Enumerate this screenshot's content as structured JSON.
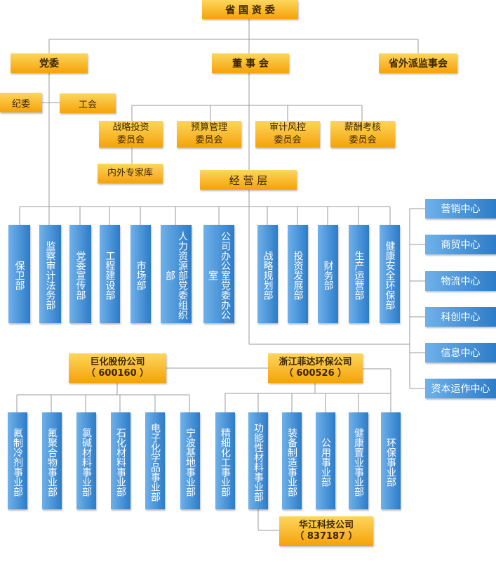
{
  "top": {
    "label": "省 国 资 委"
  },
  "level2": {
    "party": "党委",
    "board": "董 事 会",
    "supervisor": "省外派监事会"
  },
  "party_children": {
    "discipline": "纪委",
    "union": "工会"
  },
  "committees": [
    {
      "label": "战略投资\n委员会"
    },
    {
      "label": "预算管理\n委员会"
    },
    {
      "label": "审计风控\n委员会"
    },
    {
      "label": "薪酬考核\n委员会"
    }
  ],
  "expert_pool": "内外专家库",
  "management": "经 营 层",
  "departments": [
    {
      "label": "保卫部"
    },
    {
      "label": "监察审计法务部"
    },
    {
      "label": "党委宣传部"
    },
    {
      "label": "工程建设部"
    },
    {
      "label": "市场部"
    },
    {
      "label": "人力资源部党委组织部"
    },
    {
      "label": "公司办公室党委办公室"
    },
    {
      "label": "战略规划部"
    },
    {
      "label": "投资发展部"
    },
    {
      "label": "财务部"
    },
    {
      "label": "生产运营部"
    },
    {
      "label": "健康安全环保部"
    }
  ],
  "centers": [
    {
      "label": "营销中心"
    },
    {
      "label": "商贸中心"
    },
    {
      "label": "物流中心"
    },
    {
      "label": "科创中心"
    },
    {
      "label": "信息中心"
    },
    {
      "label": "资本运作中心"
    }
  ],
  "listed_companies": [
    {
      "label": "巨化股份公司\n（ 600160 ）"
    },
    {
      "label": "浙江菲达环保公司\n（ 600526 ）"
    }
  ],
  "business_units": [
    {
      "label": "氟制冷剂事业部"
    },
    {
      "label": "氟聚合物事业部"
    },
    {
      "label": "氯碱材料事业部"
    },
    {
      "label": "石化材料事业部"
    },
    {
      "label": "电子化学品事业部"
    },
    {
      "label": "宁波基地事业部"
    },
    {
      "label": "精细化工事业部"
    },
    {
      "label": "功能性材料事业部"
    },
    {
      "label": "装备制造事业部"
    },
    {
      "label": "公用事业部"
    },
    {
      "label": "健康置业事业部"
    },
    {
      "label": "环保事业部"
    }
  ],
  "subsidiary": {
    "label": "华江科技公司\n（ 837187 ）"
  },
  "colors": {
    "orange_top": "#fdd65c",
    "orange_bottom": "#f5a20a",
    "blue_light": "#6fb1ea",
    "blue_dark": "#2d7cc8",
    "line": "#9a9a9a"
  }
}
